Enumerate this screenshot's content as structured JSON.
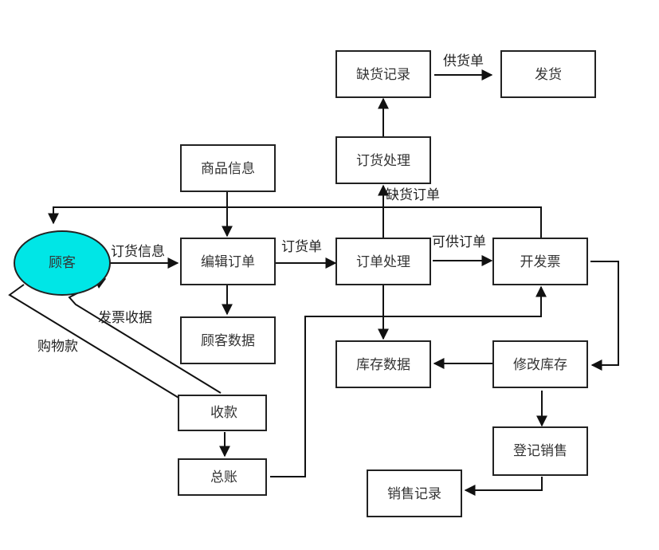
{
  "colors": {
    "customer_fill": "#00e6e6",
    "stroke": "#222222"
  },
  "nodes": {
    "customer": "顾客",
    "shortage_record": "缺货记录",
    "ship": "发货",
    "purchase_processing": "订货处理",
    "product_info": "商品信息",
    "edit_order": "编辑订单",
    "order_processing": "订单处理",
    "invoice": "开发票",
    "customer_data": "顾客数据",
    "inventory_data": "库存数据",
    "modify_inventory": "修改库存",
    "collect_payment": "收款",
    "register_sales": "登记销售",
    "ledger": "总账",
    "sales_record": "销售记录"
  },
  "edges": {
    "order_info": "订货信息",
    "order_form": "订货单",
    "available_order": "可供订单",
    "shortage_order": "缺货订单",
    "supply_form": "供货单",
    "invoice_receipt": "发票收据",
    "payment": "购物款"
  }
}
